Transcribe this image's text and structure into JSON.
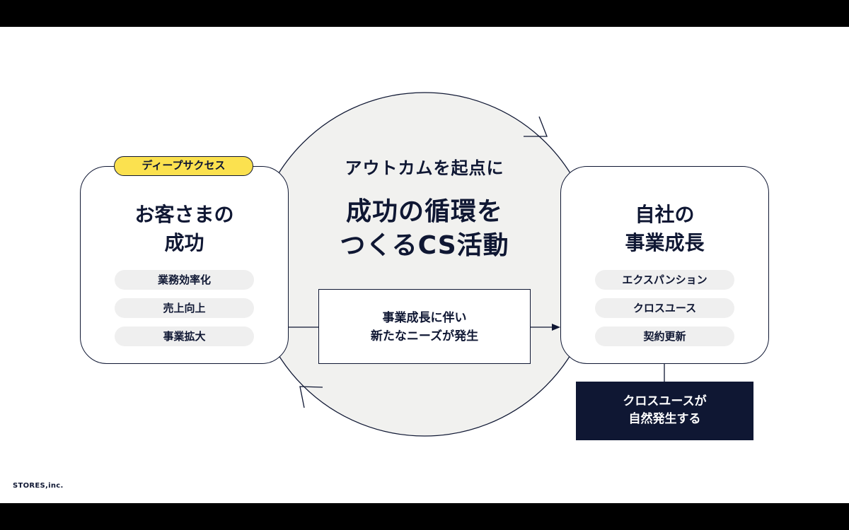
{
  "center": {
    "subtitle": "アウトカムを起点に",
    "title_line1": "成功の循環を",
    "title_line2": "つくるCS活動"
  },
  "left_card": {
    "badge": "ディープサクセス",
    "title_line1": "お客さまの",
    "title_line2": "成功",
    "items": [
      "業務効率化",
      "売上向上",
      "事業拡大"
    ]
  },
  "right_card": {
    "title_line1": "自社の",
    "title_line2": "事業成長",
    "items": [
      "エクスパンション",
      "クロスユース",
      "契約更新"
    ]
  },
  "center_box": {
    "line1": "事業成長に伴い",
    "line2": "新たなニーズが発生"
  },
  "callout": {
    "line1": "クロスユースが",
    "line2": "自然発生する"
  },
  "footer": {
    "logo": "STORES,inc."
  },
  "colors": {
    "navy": "#0f1733",
    "yellow": "#fbe14f",
    "circle_fill": "#f1f1ef",
    "pill_bg": "#efefef"
  }
}
